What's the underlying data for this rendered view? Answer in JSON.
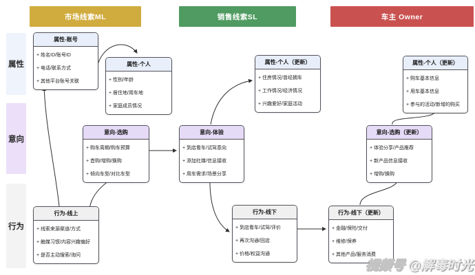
{
  "lanes": [
    {
      "id": "ml",
      "label": "市场线索ML",
      "color": "#D0AB3E"
    },
    {
      "id": "sl",
      "label": "销售线索SL",
      "color": "#4F9B61"
    },
    {
      "id": "owner",
      "label": "车主 Owner",
      "color": "#C95251"
    }
  ],
  "rows": [
    {
      "id": "attr",
      "label": "属性",
      "color": "#EEF3FC"
    },
    {
      "id": "intent",
      "label": "意向",
      "color": "#EBDFF9"
    },
    {
      "id": "behavior",
      "label": "行为",
      "color": "#F3F3F3"
    }
  ],
  "category_colors": {
    "attr": "#E9EFFA",
    "intent": "#E6DBF6",
    "behavior": "#F0F0F0"
  },
  "boxes": [
    {
      "id": "attr-account",
      "category": "attr",
      "lane": "ml",
      "title": "属性-账号",
      "items": [
        "+ 姓名ID/账号ID",
        "+ 电话/联系方式",
        "+ 其他平台账号关联"
      ]
    },
    {
      "id": "attr-personal",
      "category": "attr",
      "lane": "ml",
      "title": "属性-个人",
      "items": [
        "+ 性别/年龄",
        "+ 居住地/用车地",
        "+ 家庭成员情况"
      ]
    },
    {
      "id": "intent-purchase",
      "category": "intent",
      "lane": "ml",
      "title": "意向-选购",
      "items": [
        "+ 购车周期/购车预算",
        "+ 首购/增购/换购",
        "+ 倾向车型/对比车型"
      ]
    },
    {
      "id": "behavior-online",
      "category": "behavior",
      "lane": "ml",
      "title": "行为-线上",
      "items": [
        "+ 线索来源渠道/方式",
        "+ 触媒习惯/内容兴趣偏好",
        "+ 是否主动搜索/询问"
      ]
    },
    {
      "id": "intent-experience",
      "category": "intent",
      "lane": "sl",
      "title": "意向-体验",
      "items": [
        "+ 到店看车/试驾意向",
        "+ 添加社媒/信息接收",
        "+ 用车需求/场景分享"
      ]
    },
    {
      "id": "attr-personal-sl",
      "category": "attr",
      "lane": "sl",
      "title": "属性-个人（更新）",
      "items": [
        "+ 住房情况/曾经拥车",
        "+ 工作情况/经济情况",
        "+ 兴趣爱好/家庭活动"
      ]
    },
    {
      "id": "behavior-offline",
      "category": "behavior",
      "lane": "sl",
      "title": "行为-线下",
      "items": [
        "+ 到店看车/试驾/评价",
        "+ 再次沟通/回店",
        "+ 价格/权益沟通"
      ]
    },
    {
      "id": "behavior-offline-owner",
      "category": "behavior",
      "lane": "owner",
      "title": "行为-线下（更新）",
      "items": [
        "+ 金融/保险/交付",
        "+ 维修/保养",
        "+ 其他产品/服务消费"
      ]
    },
    {
      "id": "intent-purchase-owner",
      "category": "intent",
      "lane": "owner",
      "title": "意向-选购（更新）",
      "items": [
        "+ 体验分享/产品推荐",
        "+ 新产品信息接收",
        "+ 增购/换购"
      ]
    },
    {
      "id": "attr-personal-owner",
      "category": "attr",
      "lane": "owner",
      "title": "属性-个人（更新）",
      "items": [
        "+ 购车基本信息",
        "+ 用车基本信息",
        "+ 参与的活动/新增的购买"
      ]
    }
  ],
  "connections": [
    {
      "from": "attr-account",
      "to": "attr-personal"
    },
    {
      "from": "behavior-online",
      "to": "attr-account"
    },
    {
      "from": "behavior-online",
      "to": "intent-purchase"
    },
    {
      "from": "intent-purchase",
      "to": "intent-experience"
    },
    {
      "from": "intent-experience",
      "to": "attr-personal-sl"
    },
    {
      "from": "intent-experience",
      "to": "behavior-offline"
    },
    {
      "from": "behavior-offline",
      "to": "behavior-offline-owner"
    },
    {
      "from": "behavior-offline-owner",
      "to": "intent-purchase-owner"
    },
    {
      "from": "intent-purchase-owner",
      "to": "attr-personal-owner"
    }
  ],
  "watermark": {
    "logo": "视频号",
    "author": "@解毒时光"
  }
}
